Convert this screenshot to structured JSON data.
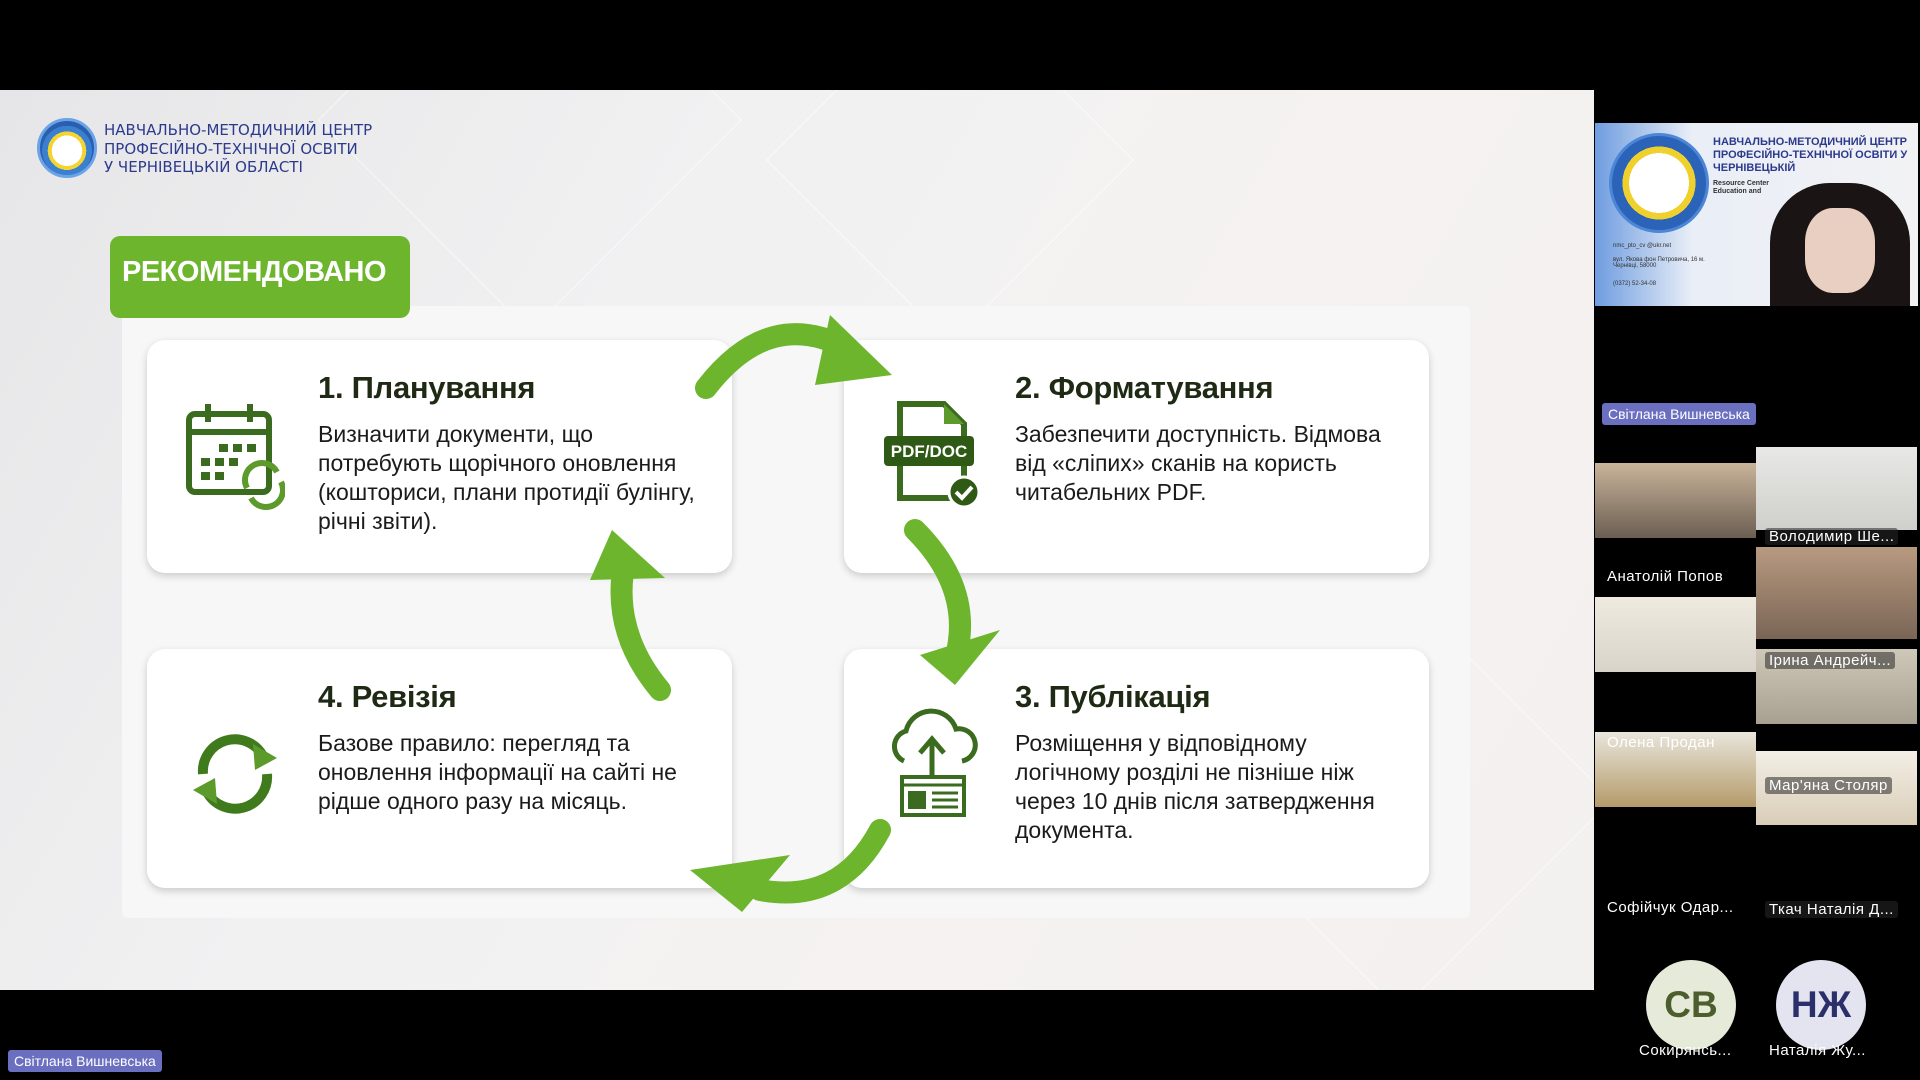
{
  "slide": {
    "org_lines": [
      "НАВЧАЛЬНО-МЕТОДИЧНИЙ ЦЕНТР",
      "ПРОФЕСІЙНО-ТЕХНІЧНОЇ ОСВІТИ",
      "У ЧЕРНІВЕЦЬКІЙ ОБЛАСТІ"
    ],
    "badge": "РЕКОМЕНДОВАНО",
    "cards": [
      {
        "title": "1. Планування",
        "body": "Визначити документи, що потребують щорічного оновлення (кошториси, плани протидії булінгу, річні звіти).",
        "icon": "calendar-refresh-icon"
      },
      {
        "title": "2. Форматування",
        "body": "Забезпечити доступність. Відмова від «сліпих» сканів на користь читабельних PDF.",
        "icon": "pdf-doc-file-icon",
        "icon_label": "PDF/DOC"
      },
      {
        "title": "3. Публікація",
        "body": "Розміщення у відповідному логічному розділі не пізніше ніж через 10 днів після затвердження документа.",
        "icon": "cloud-upload-icon"
      },
      {
        "title": "4. Ревізія",
        "body": "Базове правило: перегляд та оновлення інформації на сайті не рідше одного разу на місяць.",
        "icon": "refresh-icon"
      }
    ],
    "accent": "#6cb52d"
  },
  "speaker": {
    "name": "Світлана Вишневська",
    "bg_title": [
      "НАВЧАЛЬНО-МЕТОДИЧНИЙ ЦЕНТР",
      "ПРОФЕСІЙНО-ТЕХНІЧНОЇ ОСВІТИ У",
      "ЧЕРНІВЕЦЬКІЙ"
    ],
    "bg_sub": [
      "Resource Center",
      "Education and"
    ],
    "contacts": [
      "nmc_pto_cv @ukr.net",
      "вул. Якова фон Петровича, 16 м. Чернівці, 58000",
      "(0372) 52-34-08"
    ]
  },
  "participants": [
    {
      "name": "Анатолій Попов"
    },
    {
      "name": "Володимир Ше..."
    },
    {
      "name": "Ірина Андрейч..."
    },
    {
      "name": "Олена Продан"
    },
    {
      "name": "Мар'яна Столяр"
    },
    {
      "name": "Софійчук Одар..."
    },
    {
      "name": "Ткач Наталія Д..."
    },
    {
      "name": "Сокирянсь...",
      "initials": "СВ"
    },
    {
      "name": "Наталія Жу...",
      "initials": "НЖ"
    }
  ],
  "presenter_label": "Світлана Вишневська"
}
